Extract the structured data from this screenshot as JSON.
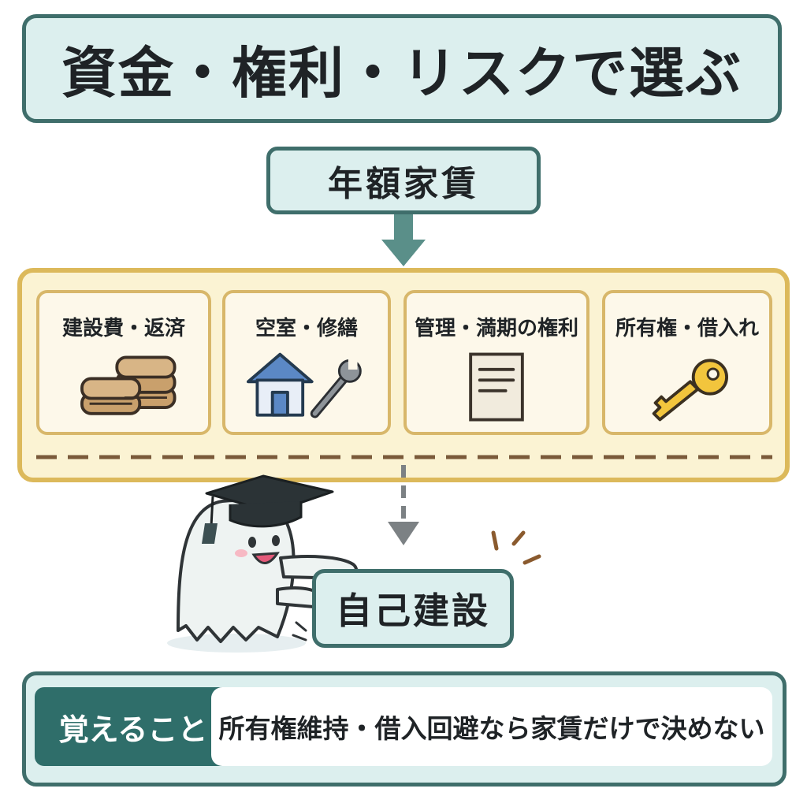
{
  "title": "資金・権利・リスクで選ぶ",
  "rent_label": "年額家賃",
  "factors": [
    {
      "label": "建設費・返済",
      "icon": "coins-icon"
    },
    {
      "label": "空室・修繕",
      "icon": "house-wrench-icon"
    },
    {
      "label": "管理・満期の権利",
      "icon": "document-icon"
    },
    {
      "label": "所有権・借入れ",
      "icon": "key-icon"
    }
  ],
  "self_build_label": "自己建設",
  "memo": {
    "label": "覚えること",
    "text": "所有権維持・借入回避なら家賃だけで決めない"
  },
  "colors": {
    "teal_border": "#3f6e6b",
    "teal_fill": "#dcefee",
    "gold_border": "#dcb95b",
    "gold_fill": "#fbf3d3"
  }
}
